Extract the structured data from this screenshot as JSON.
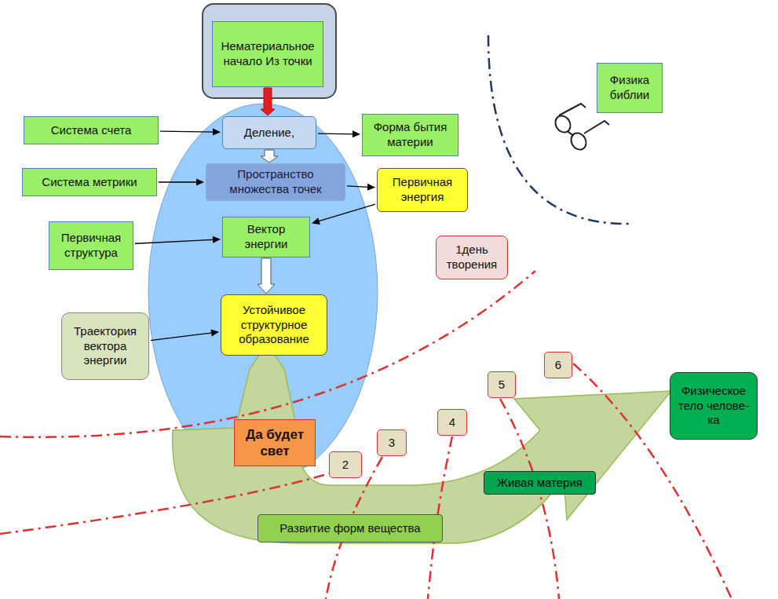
{
  "diagram": {
    "nodes": [
      {
        "text": [
          "Нематериальное начало Из точки"
        ]
      },
      {
        "text": [
          "Система счета"
        ]
      },
      {
        "text": [
          "Деление,"
        ]
      },
      {
        "text": [
          "Форма бытия материи"
        ]
      },
      {
        "text": [
          "Физика библии"
        ]
      },
      {
        "text": [
          "Система метрики"
        ]
      },
      {
        "text": [
          "Пространство множества точек"
        ]
      },
      {
        "text": [
          "Первичная энергия"
        ]
      },
      {
        "text": [
          "Первичная структура"
        ]
      },
      {
        "text": [
          "Вектор энергии"
        ]
      },
      {
        "text": [
          "1день творения"
        ]
      },
      {
        "text": [
          "Траектория вектора энергии"
        ]
      },
      {
        "text": [
          "Устойчивое структурное образование"
        ]
      },
      {
        "text": [
          "6"
        ]
      },
      {
        "text": [
          "5"
        ]
      },
      {
        "text": [
          "Физическое тело челове- ка"
        ]
      },
      {
        "text": [
          "4"
        ]
      },
      {
        "text": [
          "Да будет свет"
        ]
      },
      {
        "text": [
          "3"
        ]
      },
      {
        "text": [
          "2"
        ]
      },
      {
        "text": [
          "Живая материя"
        ]
      },
      {
        "text": [
          "Развитие форм вещества"
        ]
      }
    ],
    "edges": [
      {
        "from": 0,
        "to": 2,
        "arrow": "to"
      },
      {
        "from": 1,
        "to": 2,
        "arrow": "to"
      },
      {
        "from": 2,
        "to": 3,
        "arrow": "to"
      },
      {
        "from": 2,
        "to": 6,
        "arrow": "to"
      },
      {
        "from": 5,
        "to": 6,
        "arrow": "to"
      },
      {
        "from": 6,
        "to": 7,
        "arrow": "to"
      },
      {
        "from": 7,
        "to": 9,
        "arrow": "to"
      },
      {
        "from": 8,
        "to": 9,
        "arrow": "to"
      },
      {
        "from": 9,
        "to": 12,
        "arrow": "to"
      },
      {
        "from": 11,
        "to": 12,
        "arrow": "to"
      }
    ]
  }
}
